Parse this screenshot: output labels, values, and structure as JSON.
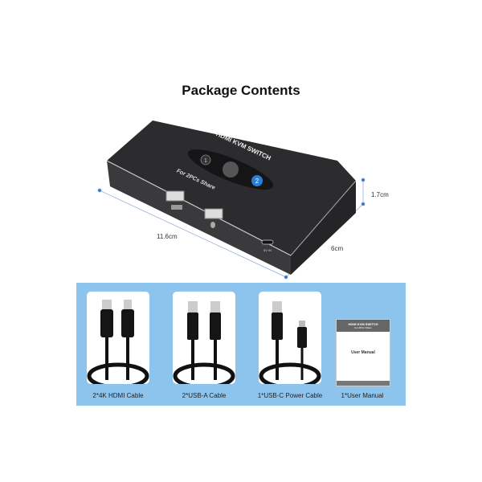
{
  "title": "Package Contents",
  "device": {
    "top_label": "HDMI KVM SWITCH",
    "sub_label": "For 2PCs Share",
    "button_1": "1",
    "button_2": "2",
    "port_label": "5V IN"
  },
  "dimensions": {
    "length": "11.6cm",
    "width": "6cm",
    "height": "1.7cm"
  },
  "items": [
    {
      "label": "2*4K HDMI Cable"
    },
    {
      "label": "2*USB-A Cable"
    },
    {
      "label": "1*USB-C Power Cable"
    },
    {
      "label": "1*User Manual"
    }
  ],
  "manual": {
    "header": "HDMI KVM SWITCH",
    "subheader": "For 2PCs Share",
    "title": "User Manual"
  },
  "colors": {
    "panel": "#8cc4ee",
    "accent_blue": "#2a7fd4",
    "device": "#2c2c2e"
  }
}
